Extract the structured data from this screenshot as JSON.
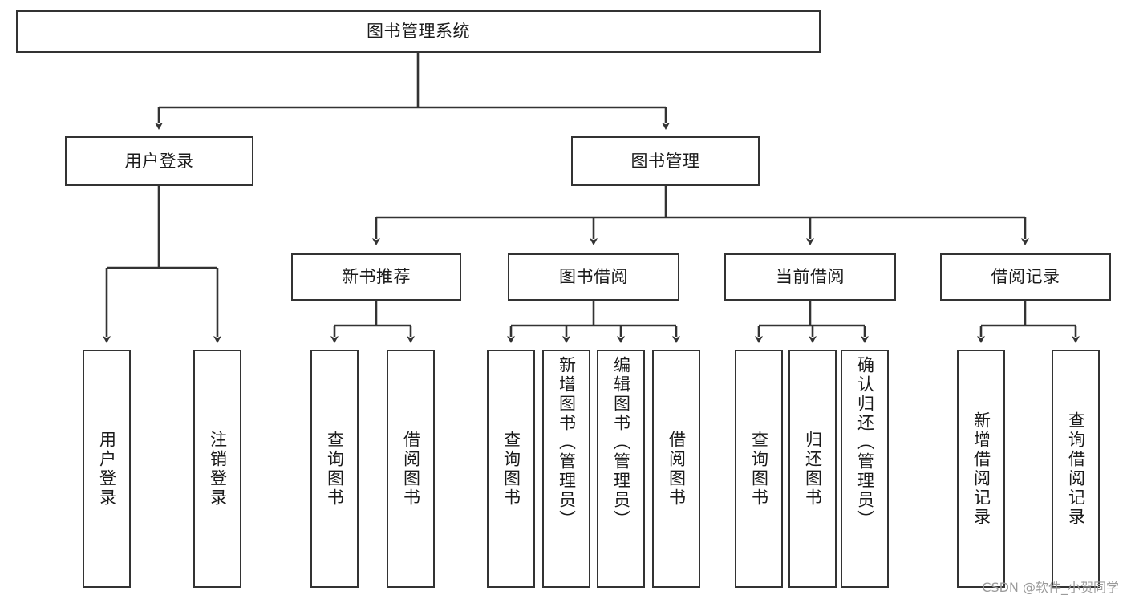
{
  "diagram": {
    "title": "图书管理系统",
    "type": "hierarchy-tree",
    "watermark": "CSDN @软件_小贺同学",
    "colors": {
      "stroke": "#333333",
      "fill": "#ffffff",
      "text": "#1b1b1b",
      "watermark": "#9b9b9b"
    },
    "levels": {
      "level1": {
        "nodes": [
          {
            "id": "root",
            "label": "图书管理系统"
          }
        ]
      },
      "level2": {
        "nodes": [
          {
            "id": "user-login",
            "label": "用户登录"
          },
          {
            "id": "book-manage",
            "label": "图书管理"
          }
        ]
      },
      "level3": {
        "nodes": [
          {
            "id": "new-book-recommend",
            "label": "新书推荐"
          },
          {
            "id": "book-borrow",
            "label": "图书借阅"
          },
          {
            "id": "current-borrow",
            "label": "当前借阅"
          },
          {
            "id": "borrow-record",
            "label": "借阅记录"
          }
        ]
      },
      "level4": {
        "groups": [
          {
            "parent": "user-login",
            "nodes": [
              {
                "id": "leaf-user-login",
                "label": "用户登录"
              },
              {
                "id": "leaf-logout",
                "label": "注销登录"
              }
            ]
          },
          {
            "parent": "new-book-recommend",
            "nodes": [
              {
                "id": "leaf-query-book-1",
                "label": "查询图书"
              },
              {
                "id": "leaf-borrow-book-1",
                "label": "借阅图书"
              }
            ]
          },
          {
            "parent": "book-borrow",
            "nodes": [
              {
                "id": "leaf-query-book-2",
                "label": "查询图书"
              },
              {
                "id": "leaf-add-book",
                "label": "新增图书（管理员）"
              },
              {
                "id": "leaf-edit-book",
                "label": "编辑图书（管理员）"
              },
              {
                "id": "leaf-borrow-book-2",
                "label": "借阅图书"
              }
            ]
          },
          {
            "parent": "current-borrow",
            "nodes": [
              {
                "id": "leaf-query-book-3",
                "label": "查询图书"
              },
              {
                "id": "leaf-return-book",
                "label": "归还图书"
              },
              {
                "id": "leaf-confirm-return",
                "label": "确认归还（管理员）"
              }
            ]
          },
          {
            "parent": "borrow-record",
            "nodes": [
              {
                "id": "leaf-add-record",
                "label": "新增借阅记录"
              },
              {
                "id": "leaf-query-record",
                "label": "查询借阅记录"
              }
            ]
          }
        ]
      }
    }
  }
}
